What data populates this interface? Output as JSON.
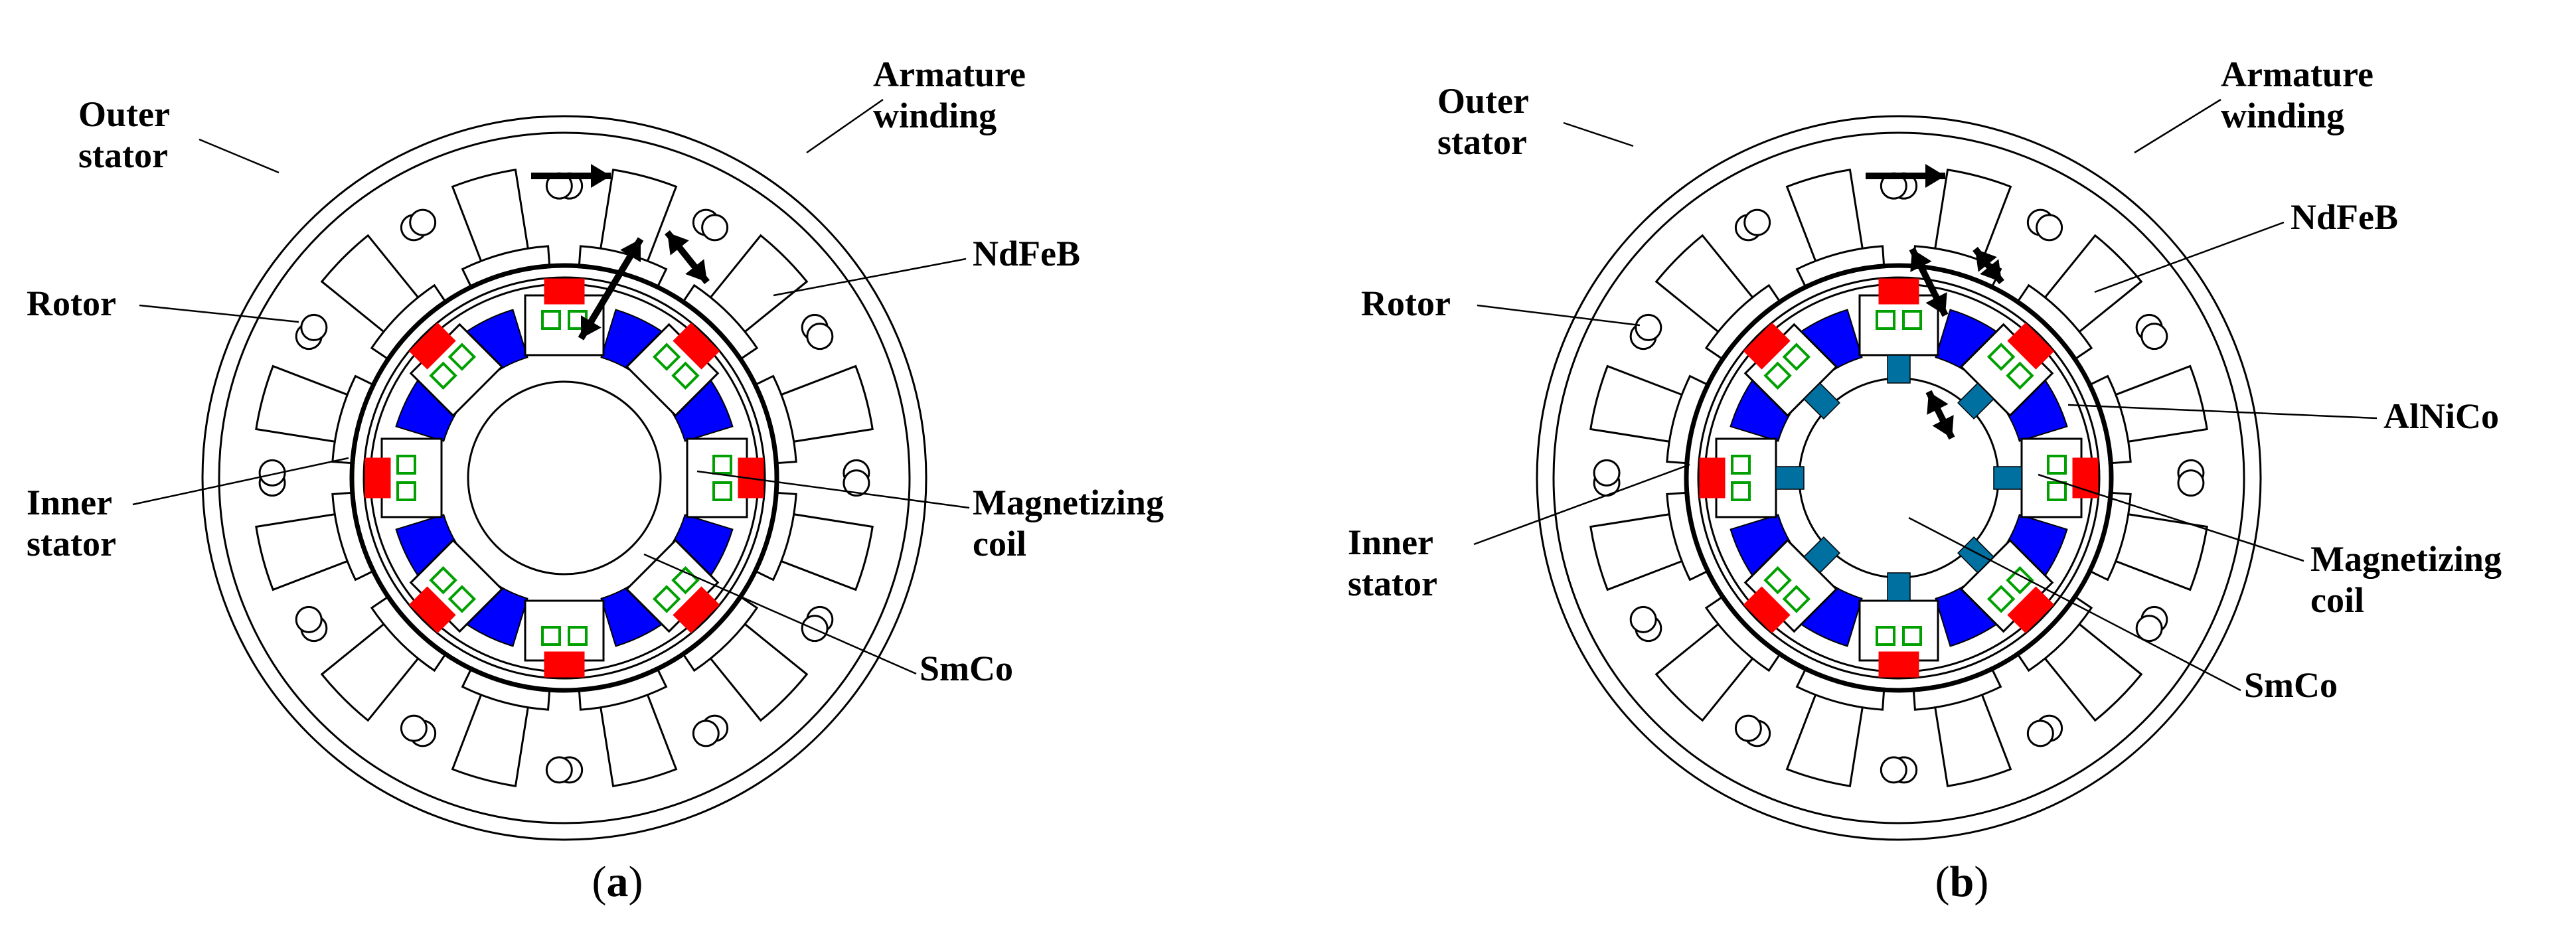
{
  "colors": {
    "line": "#000000",
    "ndfeb": "#ff0000",
    "smco": "#0000ff",
    "alnico": "#0070a0",
    "coil": "#00a000",
    "background": "#ffffff"
  },
  "panels": [
    {
      "id": "a",
      "caption": "a",
      "has_alnico": false,
      "labels": {
        "outer_stator": [
          "Outer",
          "stator"
        ],
        "armature_winding": [
          "Armature",
          "winding"
        ],
        "ndfeb": [
          "NdFeB"
        ],
        "rotor": [
          "Rotor"
        ],
        "inner_stator": [
          "Inner",
          "stator"
        ],
        "magnetizing_coil": [
          "Magnetizing",
          "coil"
        ],
        "smco": [
          "SmCo"
        ]
      }
    },
    {
      "id": "b",
      "caption": "b",
      "has_alnico": true,
      "labels": {
        "outer_stator": [
          "Outer",
          "stator"
        ],
        "armature_winding": [
          "Armature",
          "winding"
        ],
        "ndfeb": [
          "NdFeB"
        ],
        "rotor": [
          "Rotor"
        ],
        "alnico": [
          "AlNiCo"
        ],
        "inner_stator": [
          "Inner",
          "stator"
        ],
        "magnetizing_coil": [
          "Magnetizing",
          "coil"
        ],
        "smco": [
          "SmCo"
        ]
      }
    }
  ]
}
